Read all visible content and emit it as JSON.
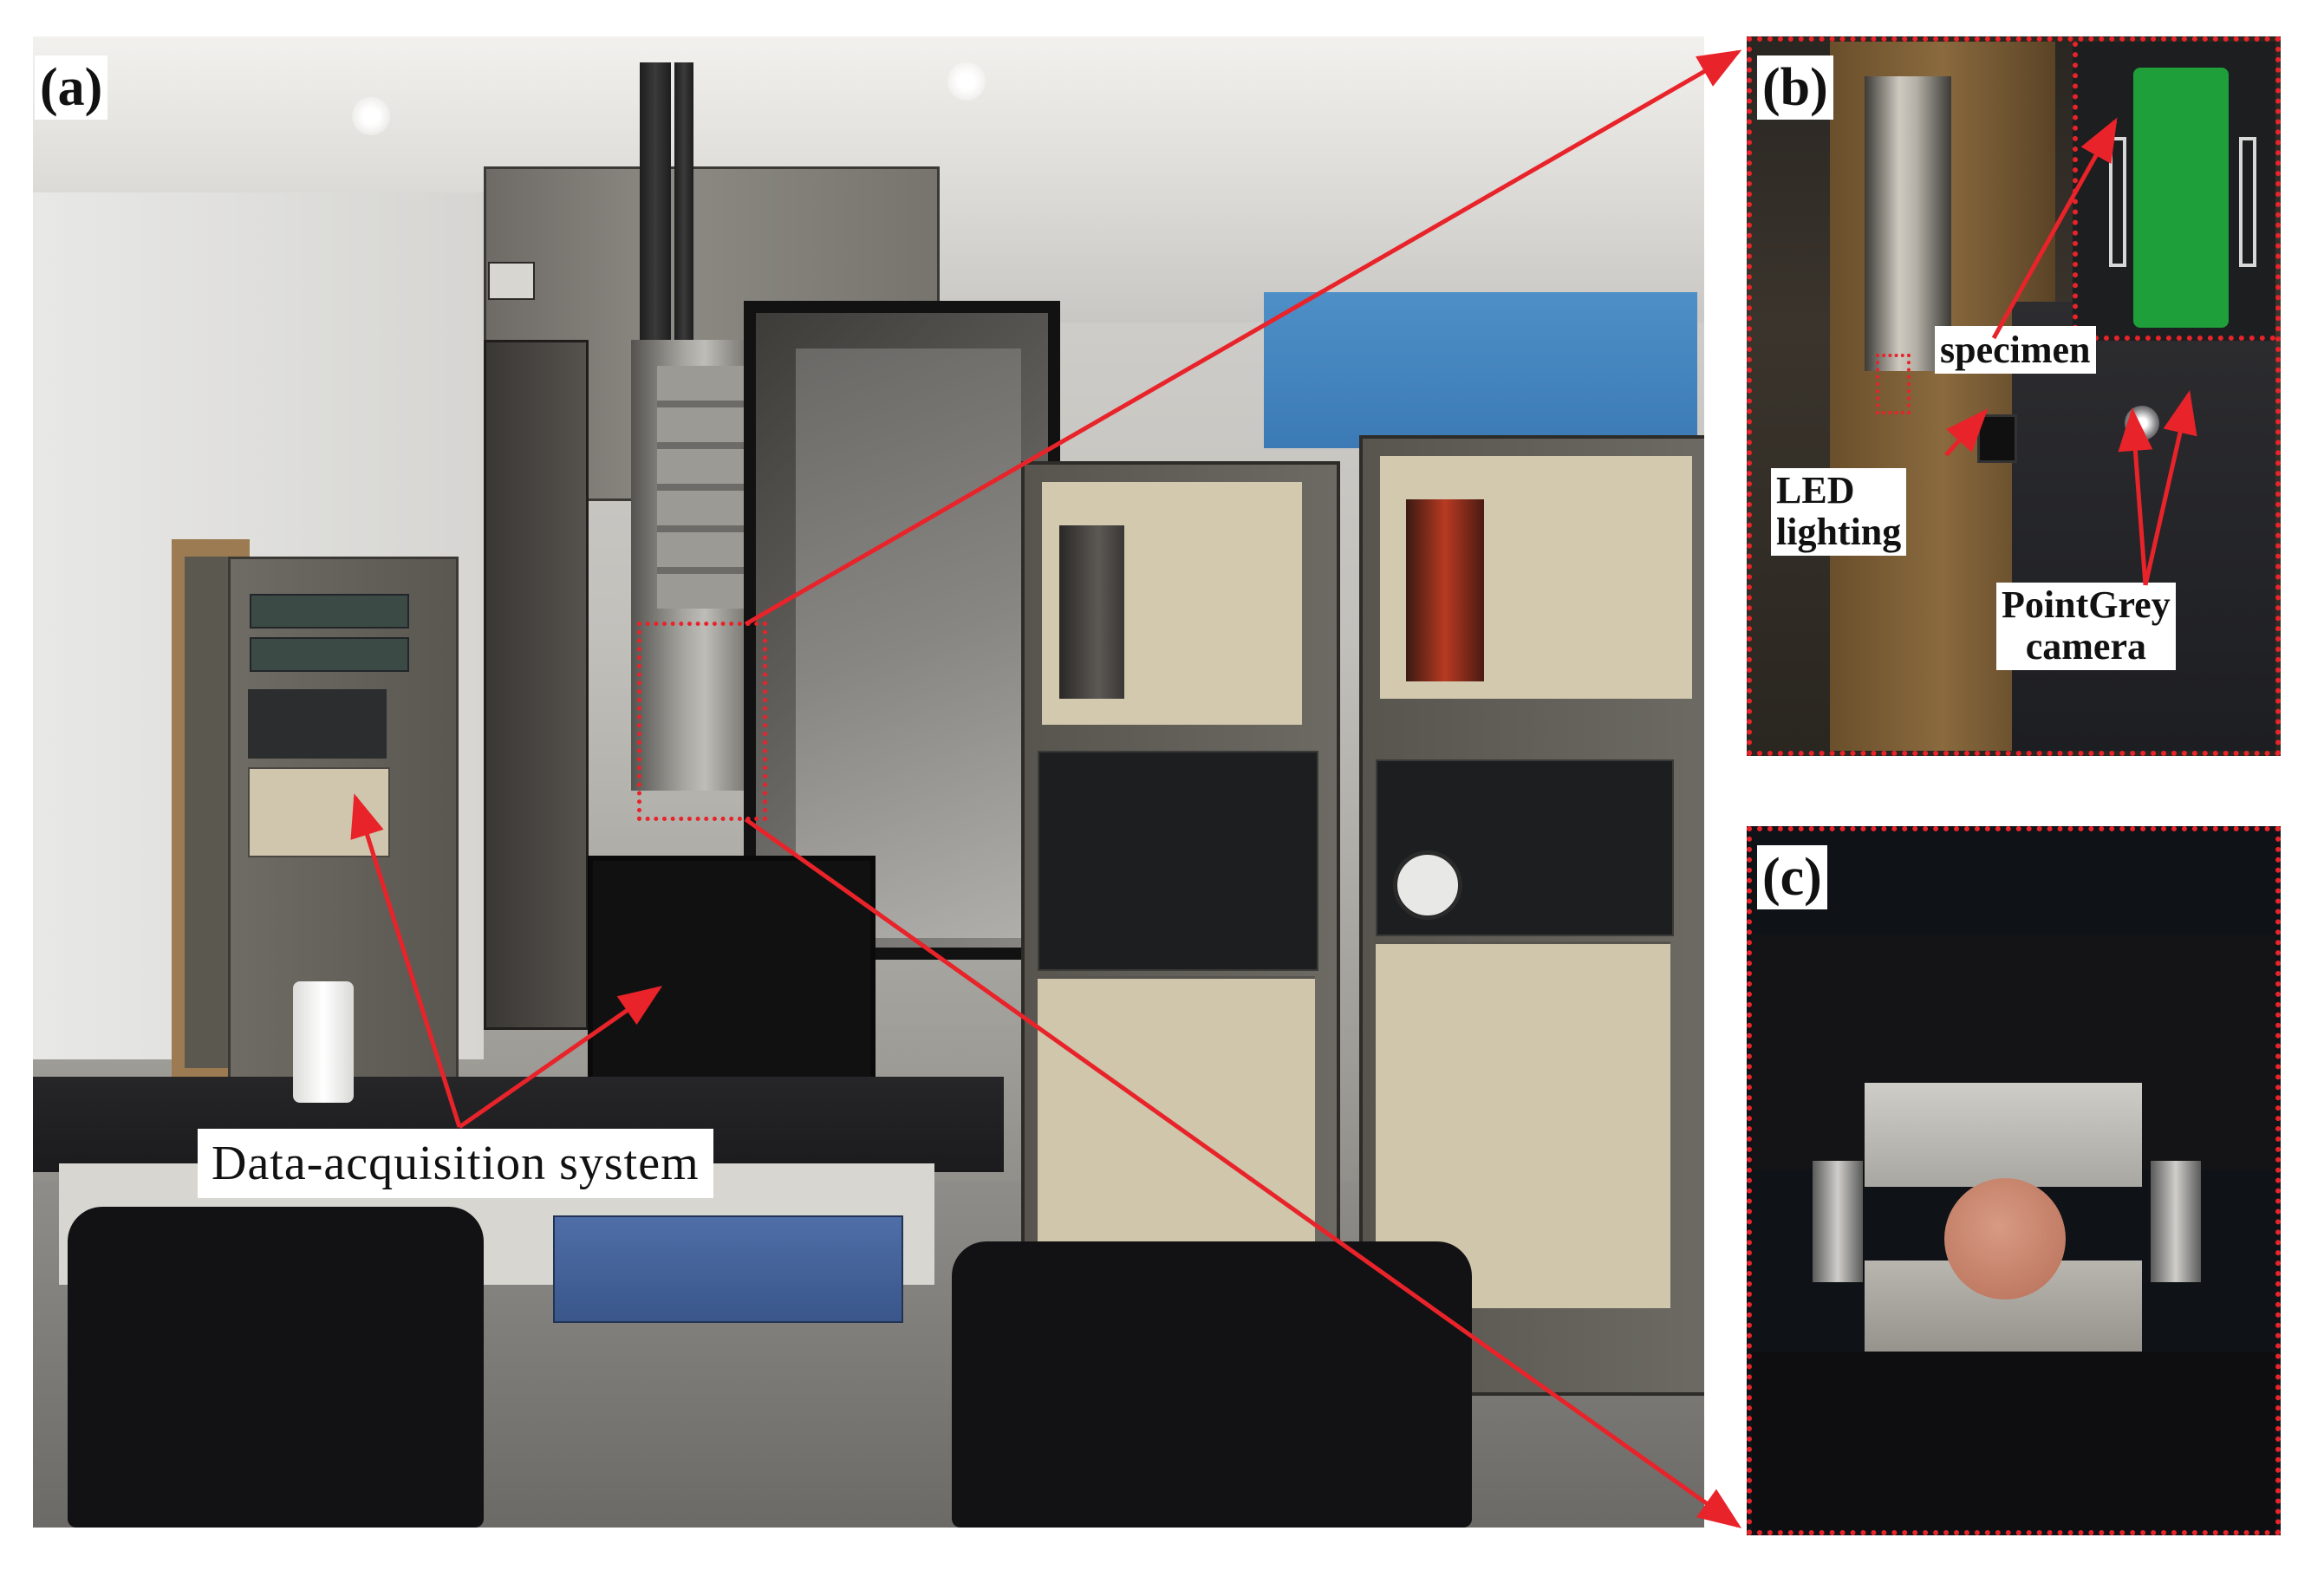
{
  "panels": {
    "a": {
      "letter": "(a)",
      "caption": "Data-acquisition system"
    },
    "b": {
      "letter": "(b)",
      "labels": {
        "specimen": "specimen",
        "led_line1": "LED",
        "led_line2": "lighting",
        "camera_line1": "PointGrey",
        "camera_line2": "camera"
      }
    },
    "c": {
      "letter": "(c)"
    }
  },
  "colors": {
    "annotation_red": "#e8232a",
    "speckle_green": "#1f9f3a",
    "label_background": "#ffffff"
  }
}
